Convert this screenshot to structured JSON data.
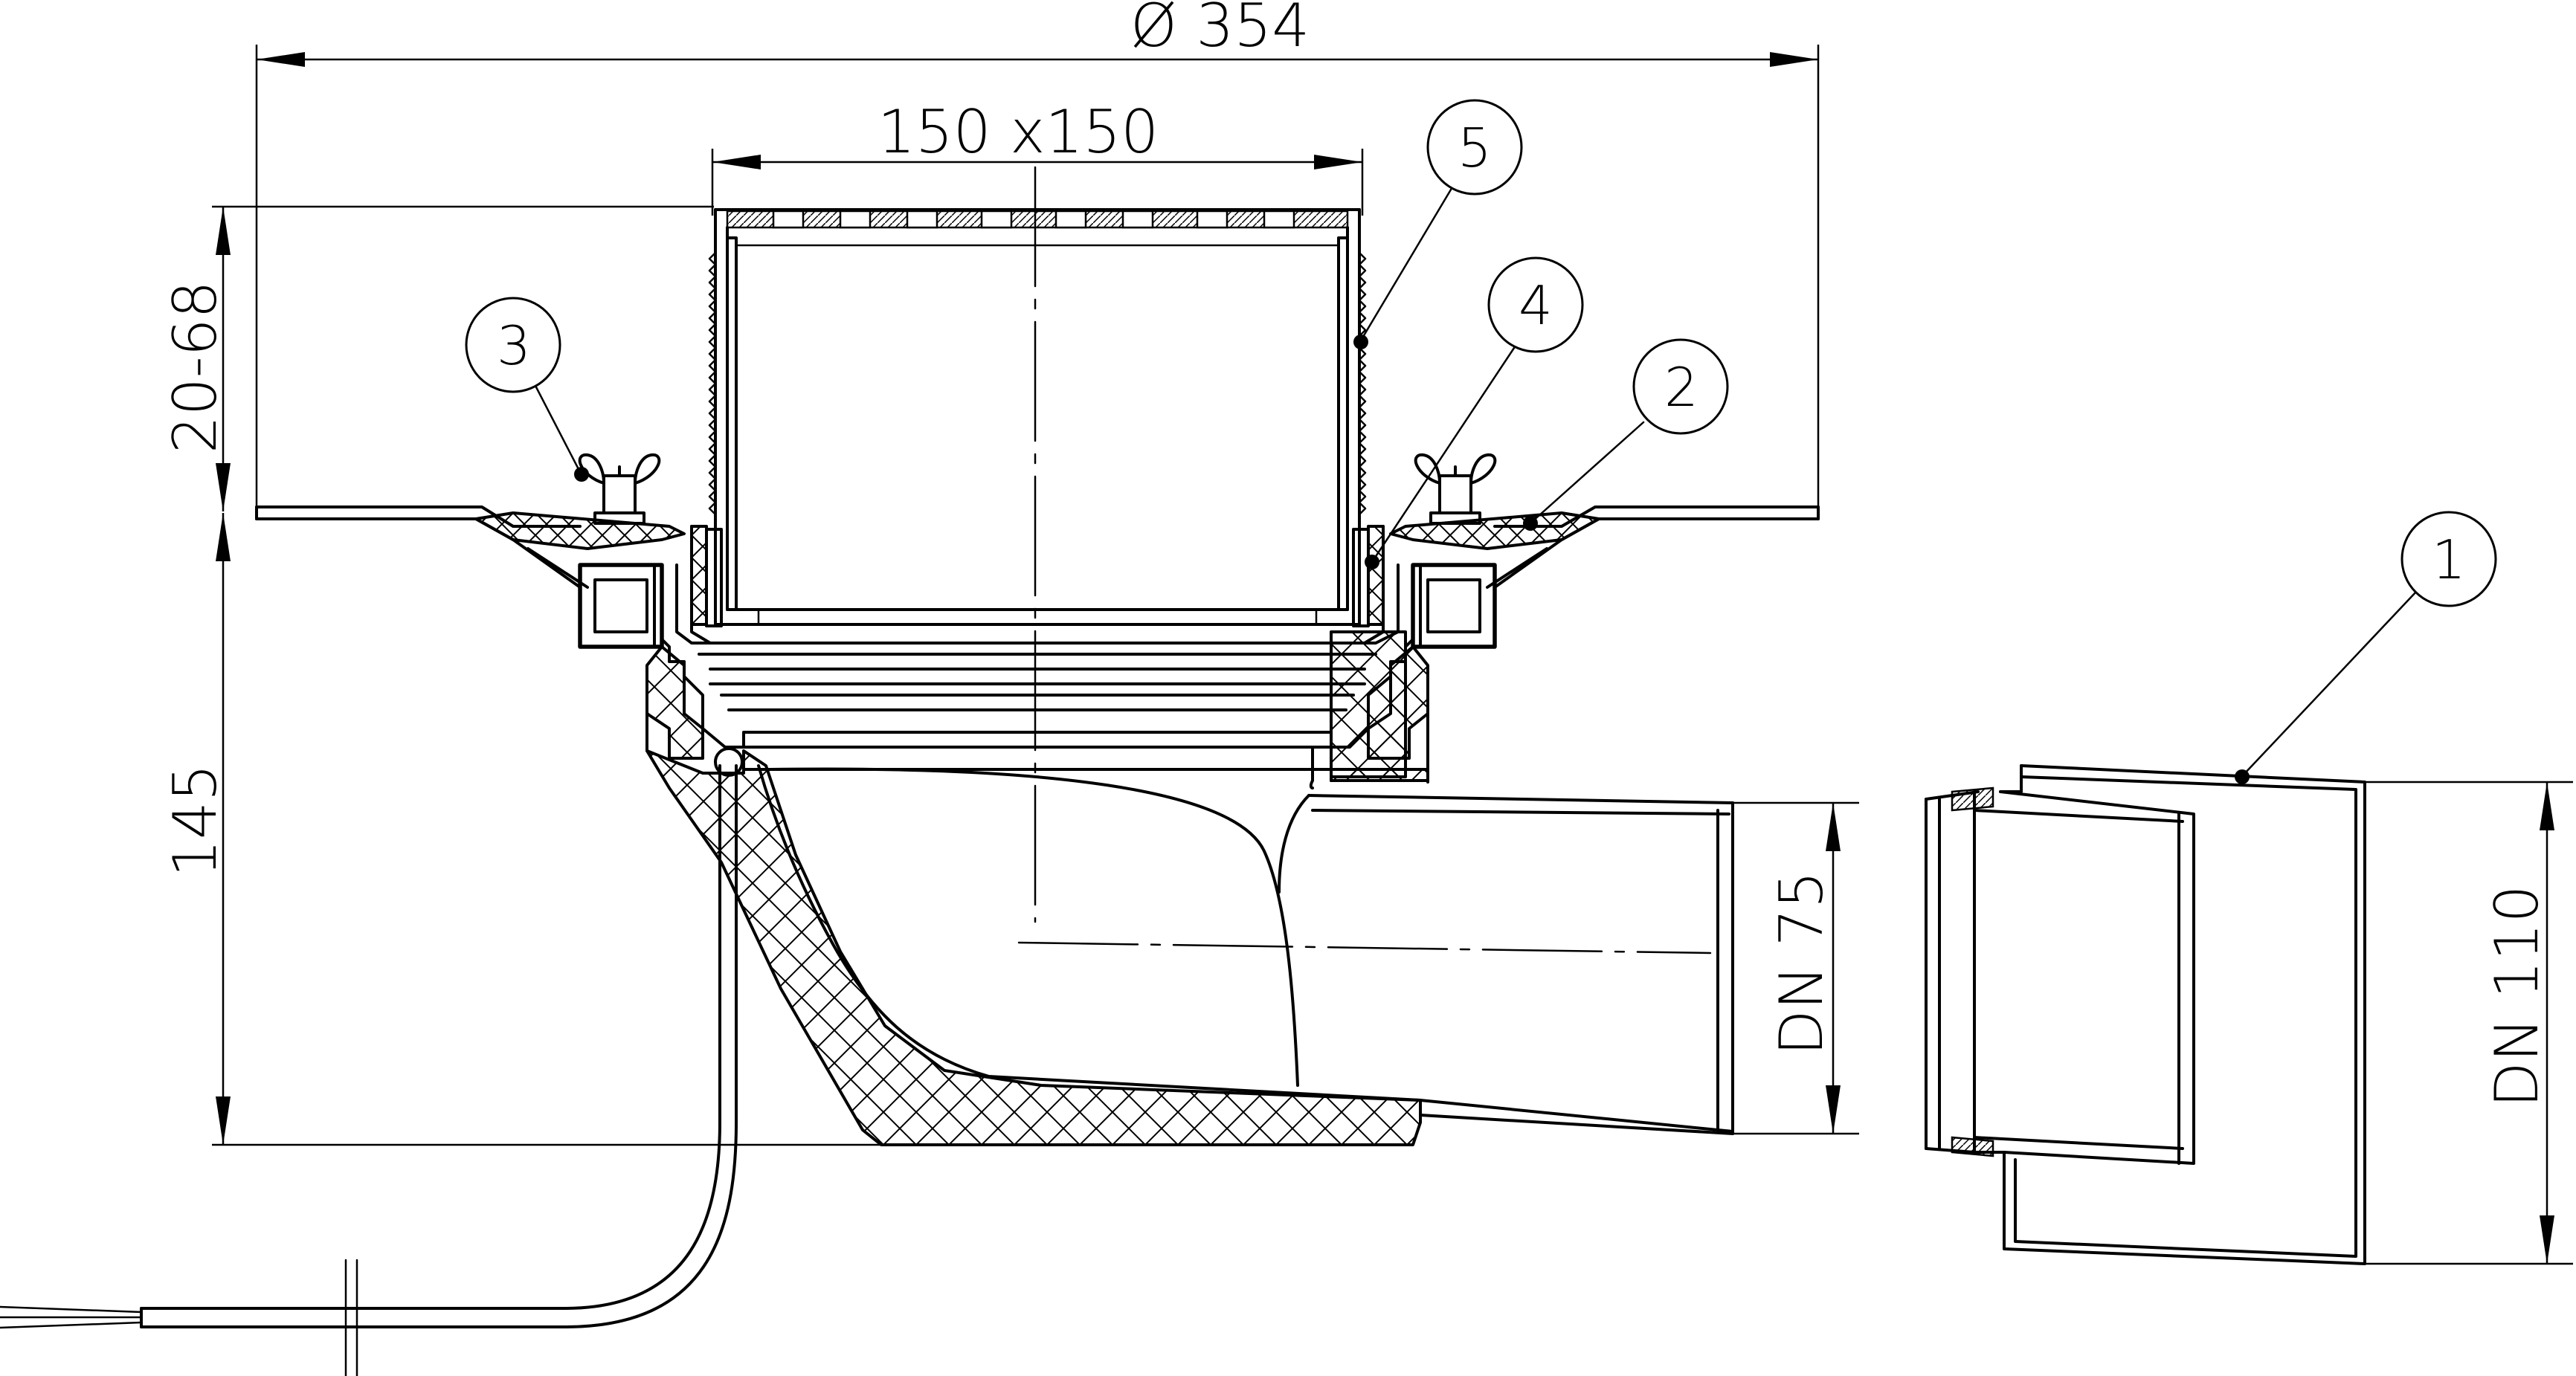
{
  "dimensions": {
    "diameter": "Ø 354",
    "grate_size": "150 x150",
    "height_range": "20-68",
    "height": "145",
    "outlet_dn75": "DN 75",
    "pipe_dn110": "DN 110"
  },
  "callouts": [
    {
      "id": "5",
      "label": "5"
    },
    {
      "id": "4",
      "label": "4"
    },
    {
      "id": "3",
      "label": "3"
    },
    {
      "id": "2",
      "label": "2"
    },
    {
      "id": "1",
      "label": "1"
    }
  ]
}
